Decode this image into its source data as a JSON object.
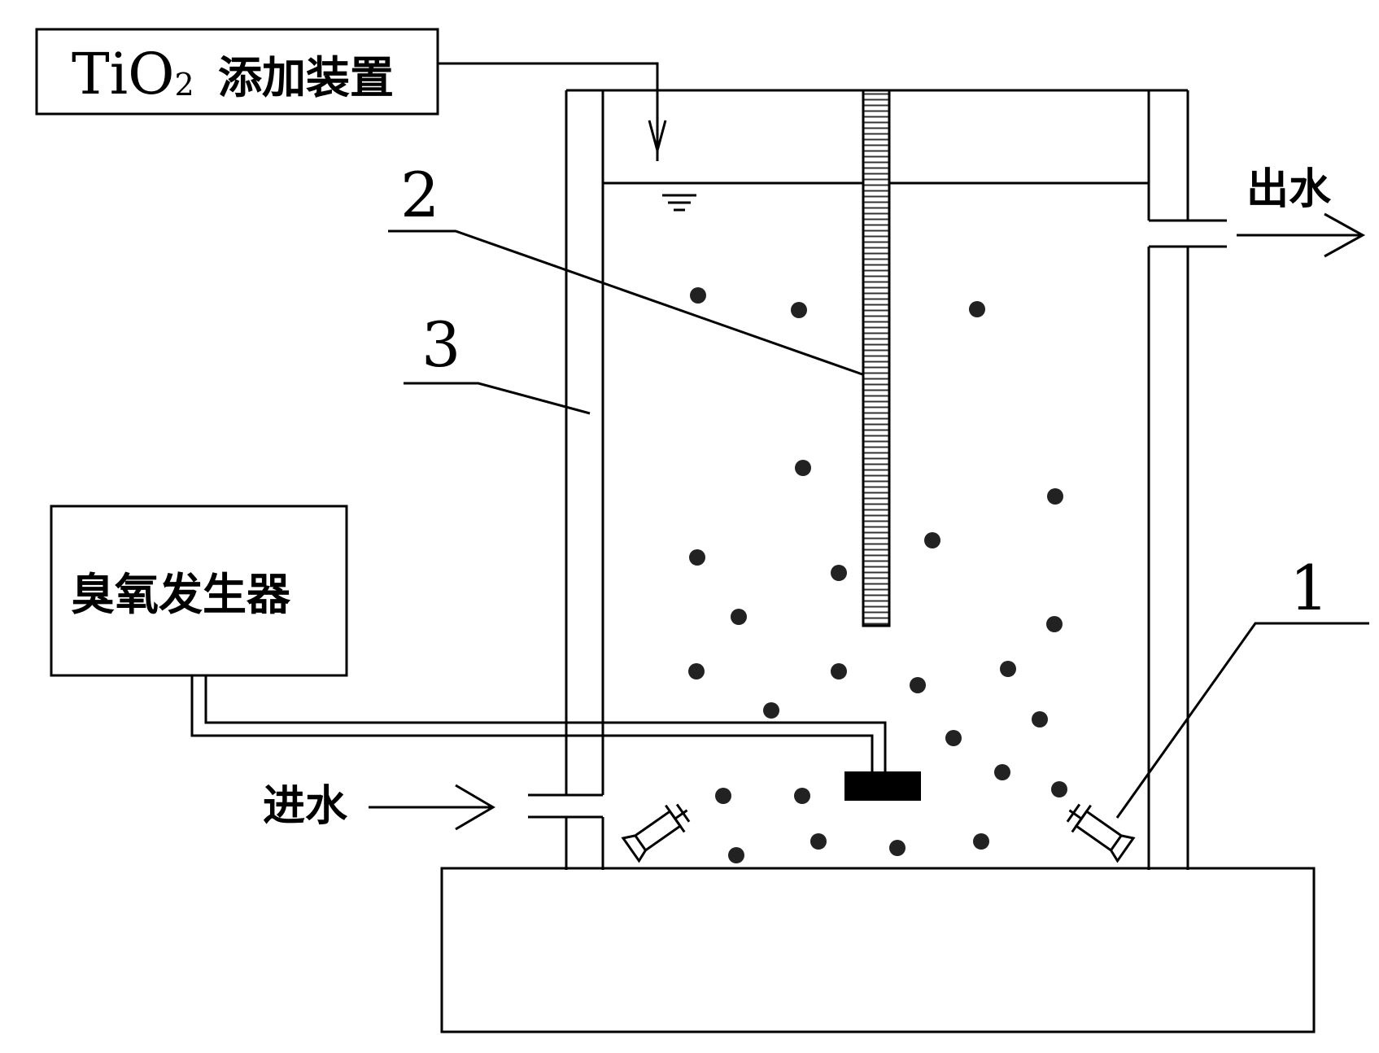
{
  "tio2_device": {
    "formula_main": "TiO",
    "formula_sub": "2",
    "name": "添加装置"
  },
  "ozone_generator": {
    "label": "臭氧发生器"
  },
  "water_in": {
    "label": "进水"
  },
  "water_out": {
    "label": "出水"
  },
  "callouts": {
    "one": "1",
    "two": "2",
    "three": "3"
  },
  "colors": {
    "line": "#000000",
    "bubble": "#222222",
    "background": "#ffffff"
  }
}
